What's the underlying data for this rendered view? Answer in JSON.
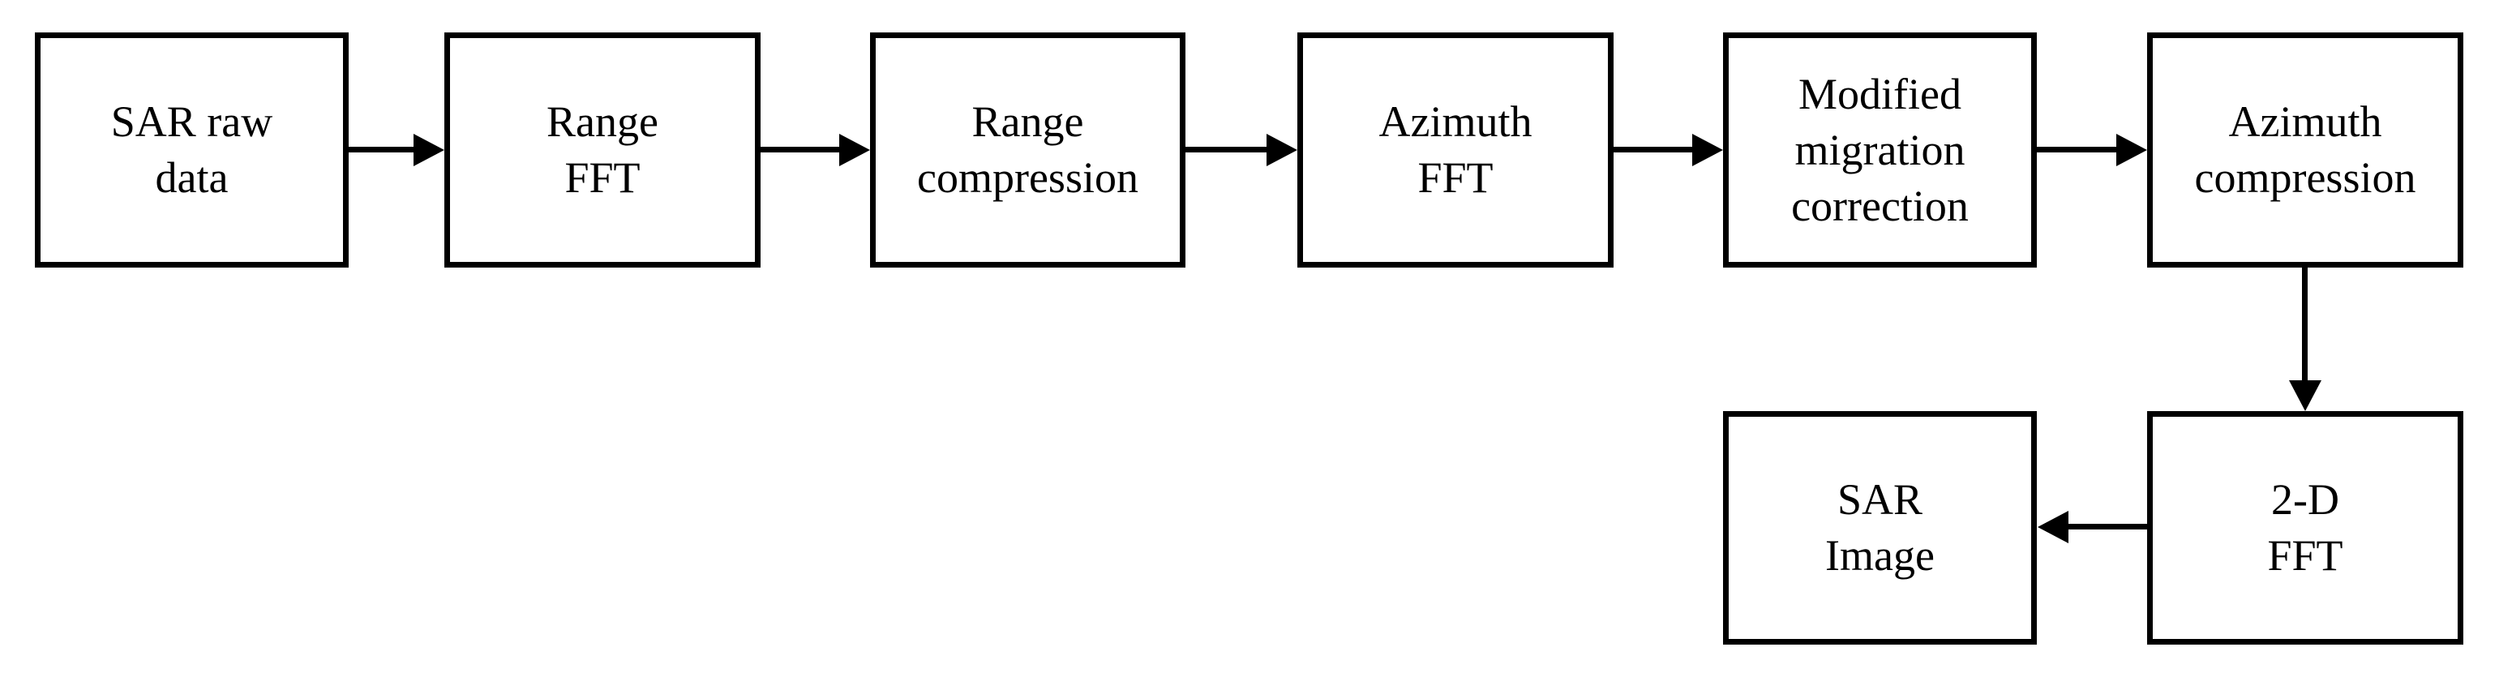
{
  "diagram": {
    "type": "flowchart",
    "background_color": "#ffffff",
    "line_color": "#000000",
    "text_color": "#000000",
    "nodes": [
      {
        "id": "sar-raw-data",
        "lines": [
          "SAR raw",
          "data"
        ]
      },
      {
        "id": "range-fft",
        "lines": [
          "Range",
          "FFT"
        ]
      },
      {
        "id": "range-compression",
        "lines": [
          "Range",
          "compression"
        ]
      },
      {
        "id": "azimuth-fft",
        "lines": [
          "Azimuth",
          "FFT"
        ]
      },
      {
        "id": "modified-migration-correction",
        "lines": [
          "Modified",
          "migration",
          "correction"
        ]
      },
      {
        "id": "azimuth-compression",
        "lines": [
          "Azimuth",
          "compression"
        ]
      },
      {
        "id": "2d-fft",
        "lines": [
          "2-D",
          "FFT"
        ]
      },
      {
        "id": "sar-image",
        "lines": [
          "SAR",
          "Image"
        ]
      }
    ],
    "edges": [
      {
        "from": "sar-raw-data",
        "to": "range-fft",
        "direction": "right"
      },
      {
        "from": "range-fft",
        "to": "range-compression",
        "direction": "right"
      },
      {
        "from": "range-compression",
        "to": "azimuth-fft",
        "direction": "right"
      },
      {
        "from": "azimuth-fft",
        "to": "modified-migration-correction",
        "direction": "right"
      },
      {
        "from": "modified-migration-correction",
        "to": "azimuth-compression",
        "direction": "right"
      },
      {
        "from": "azimuth-compression",
        "to": "2d-fft",
        "direction": "down"
      },
      {
        "from": "2d-fft",
        "to": "sar-image",
        "direction": "left"
      }
    ]
  }
}
